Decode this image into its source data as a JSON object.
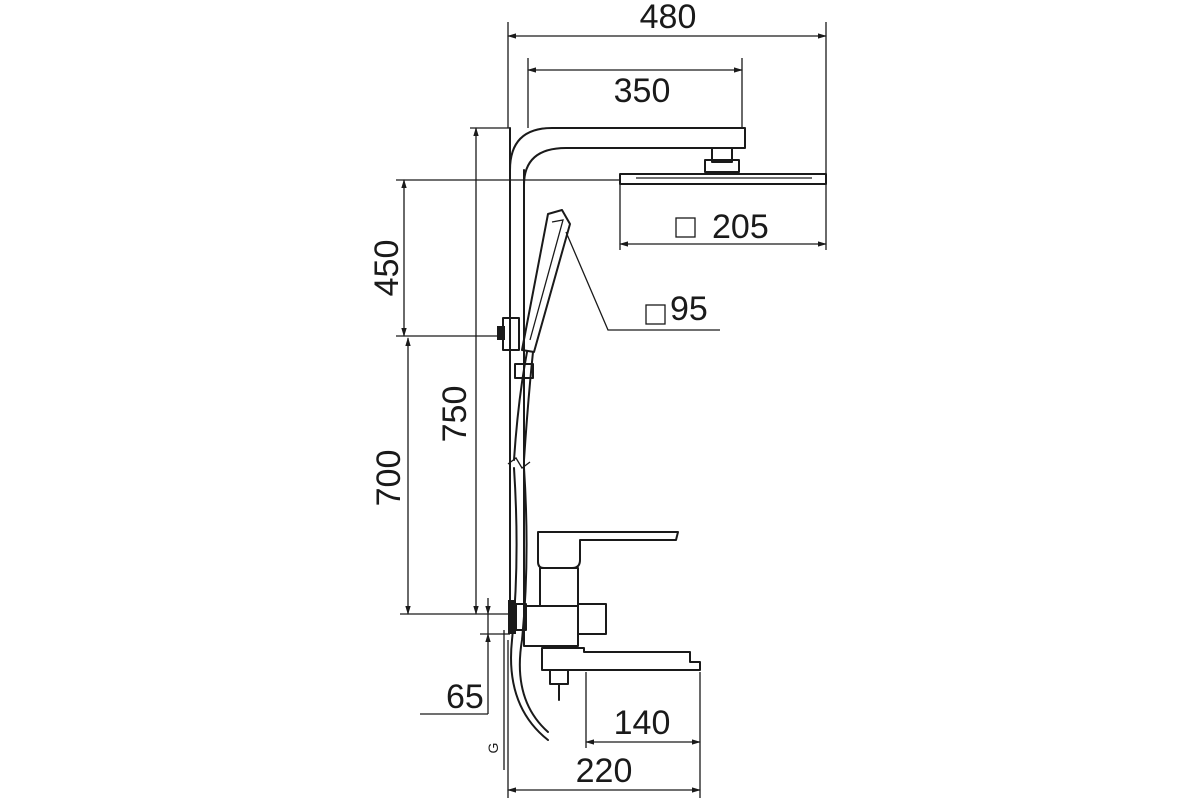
{
  "dimensions": {
    "total_width": "480",
    "arm_length": "350",
    "overhead_size": "205",
    "hand_shower_size": "95",
    "upper_height": "450",
    "total_height": "750",
    "lower_height": "700",
    "offset_65": "65",
    "spout_140": "140",
    "spout_220": "220",
    "thread_label": "G"
  }
}
